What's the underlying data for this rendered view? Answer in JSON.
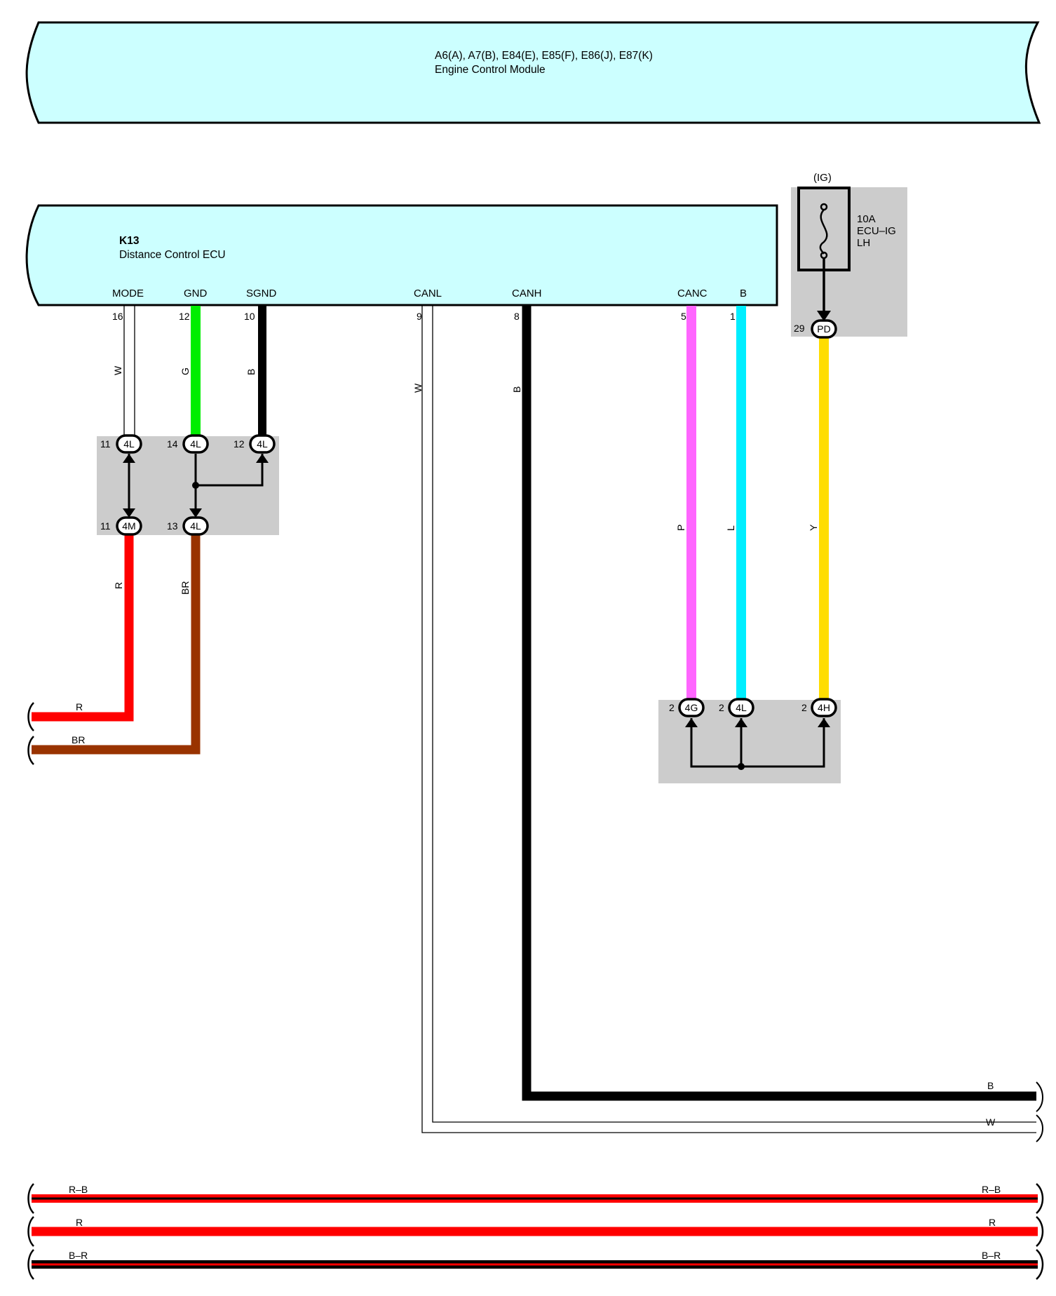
{
  "ecm": {
    "codes": "A6(A), A7(B), E84(E), E85(F), E86(J), E87(K)",
    "name": "Engine Control Module"
  },
  "ecu": {
    "code": "K13",
    "name": "Distance Control ECU"
  },
  "fuse": {
    "ig": "(IG)",
    "rating": "10A",
    "name_line1": "ECU–IG",
    "name_line2": "LH",
    "pin": "29",
    "connector": "PD"
  },
  "terminals": {
    "mode": {
      "label": "MODE",
      "pin": "16"
    },
    "gnd": {
      "label": "GND",
      "pin": "12"
    },
    "sgnd": {
      "label": "SGND",
      "pin": "10"
    },
    "canl": {
      "label": "CANL",
      "pin": "9"
    },
    "canh": {
      "label": "CANH",
      "pin": "8"
    },
    "canc": {
      "label": "CANC",
      "pin": "5"
    },
    "b": {
      "label": "B",
      "pin": "1"
    }
  },
  "wire_colors": {
    "mode": "W",
    "gnd": "G",
    "sgnd": "B",
    "canl": "W",
    "canh": "B",
    "canc": "P",
    "b": "L",
    "ig": "Y",
    "out_r": "R",
    "out_br": "BR"
  },
  "junction_left": {
    "c1": {
      "pin": "11",
      "conn": "4L"
    },
    "c2": {
      "pin": "14",
      "conn": "4L"
    },
    "c3": {
      "pin": "12",
      "conn": "4L"
    },
    "c4": {
      "pin": "11",
      "conn": "4M"
    },
    "c5": {
      "pin": "13",
      "conn": "4L"
    }
  },
  "junction_right": {
    "c1": {
      "pin": "2",
      "conn": "4G"
    },
    "c2": {
      "pin": "2",
      "conn": "4L"
    },
    "c3": {
      "pin": "2",
      "conn": "4H"
    }
  },
  "edge_labels": {
    "left_r": "R",
    "left_br": "BR",
    "right_b": "B",
    "right_w": "W",
    "bus_rb_l": "R–B",
    "bus_rb_r": "R–B",
    "bus_r_l": "R",
    "bus_r_r": "R",
    "bus_br_l": "B–R",
    "bus_br_r": "B–R"
  },
  "colors": {
    "panel": "#ccffff",
    "junction": "#cccccc",
    "green": "#00ee00",
    "red": "#ff0000",
    "brown": "#993300",
    "pink": "#ff66ff",
    "cyan": "#00eeff",
    "yellow": "#ffdd00",
    "black": "#000000"
  }
}
